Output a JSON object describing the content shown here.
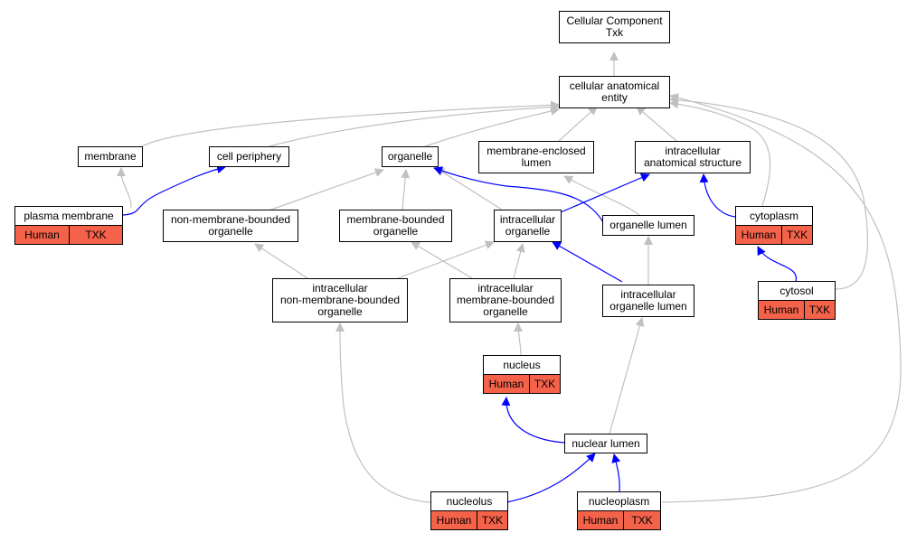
{
  "colors": {
    "grey_edge": "#c0c0c0",
    "blue_edge": "#0000ff",
    "annotation_fill": "#f4624a"
  },
  "nodes": {
    "root": "Cellular Component\nTxk",
    "cae": "cellular anatomical\nentity",
    "membrane": "membrane",
    "cell_periphery": "cell periphery",
    "organelle": "organelle",
    "mel": "membrane-enclosed\nlumen",
    "ias": "intracellular\nanatomical structure",
    "nmbo": "non-membrane-bounded\norganelle",
    "mbo": "membrane-bounded\norganelle",
    "io": "intracellular\norganelle",
    "organelle_lumen": "organelle lumen",
    "inmbo": "intracellular\nnon-membrane-bounded\norganelle",
    "imbo": "intracellular\nmembrane-bounded\norganelle",
    "iol": "intracellular\norganelle lumen",
    "nuclear_lumen": "nuclear lumen"
  },
  "annotated": {
    "plasma_membrane": {
      "title": "plasma membrane",
      "cells": [
        "Human",
        "TXK"
      ]
    },
    "cytoplasm": {
      "title": "cytoplasm",
      "cells": [
        "Human",
        "TXK"
      ]
    },
    "cytosol": {
      "title": "cytosol",
      "cells": [
        "Human",
        "TXK"
      ]
    },
    "nucleus": {
      "title": "nucleus",
      "cells": [
        "Human",
        "TXK"
      ]
    },
    "nucleolus": {
      "title": "nucleolus",
      "cells": [
        "Human",
        "TXK"
      ]
    },
    "nucleoplasm": {
      "title": "nucleoplasm",
      "cells": [
        "Human",
        "TXK"
      ]
    }
  }
}
